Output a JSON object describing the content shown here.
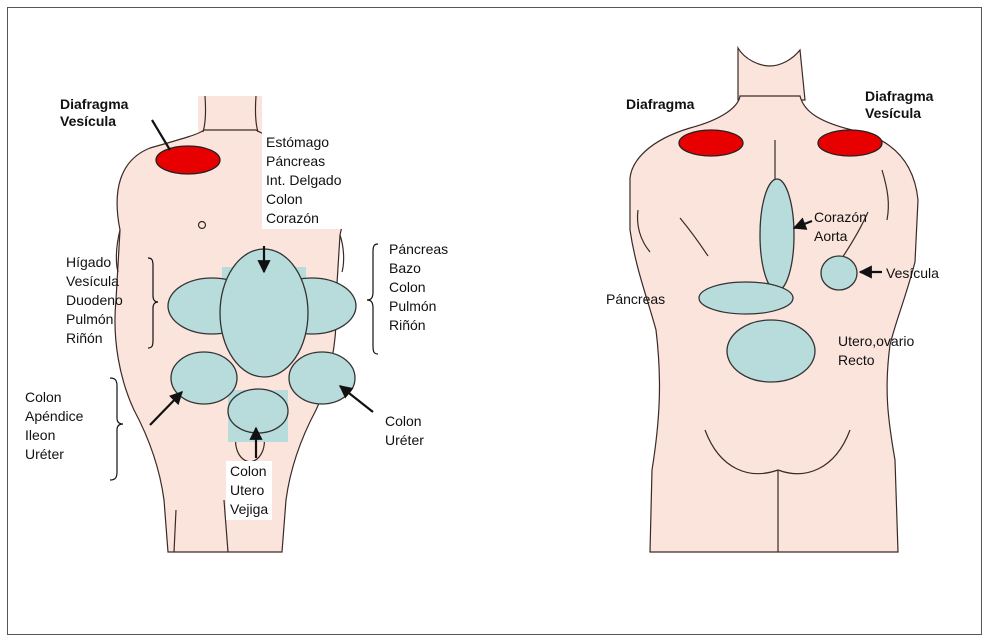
{
  "front": {
    "top_left": [
      "Diafragma",
      "Vesícula"
    ],
    "epigastric": [
      "Estómago",
      "Páncreas",
      "Int. Delgado",
      "Colon",
      "Corazón"
    ],
    "right_hypochondrium": [
      "Hígado",
      "Vesícula",
      "Duodeno",
      "Pulmón",
      "Riñón"
    ],
    "left_hypochondrium": [
      "Páncreas",
      "Bazo",
      "Colon",
      "Pulmón",
      "Riñón"
    ],
    "right_iliac": [
      "Colon",
      "Apéndice",
      "Ileon",
      "Uréter"
    ],
    "left_iliac": [
      "Colon",
      "Uréter"
    ],
    "hypogastric": [
      "Colon",
      "Utero",
      "Vejiga"
    ]
  },
  "back": {
    "shoulder_left": [
      "Diafragma"
    ],
    "shoulder_right": [
      "Diafragma",
      "Vesícula"
    ],
    "spine": [
      "Corazón",
      "Aorta"
    ],
    "right_side": [
      "Vesícula"
    ],
    "lumbar": [
      "Páncreas"
    ],
    "sacral": [
      "Utero,ovario",
      "Recto"
    ]
  },
  "colors": {
    "skin": "#fbe4dc",
    "skin_outline": "#3a2a26",
    "region_fill": "#b8dcdc",
    "referred_pain": "#e80000"
  }
}
